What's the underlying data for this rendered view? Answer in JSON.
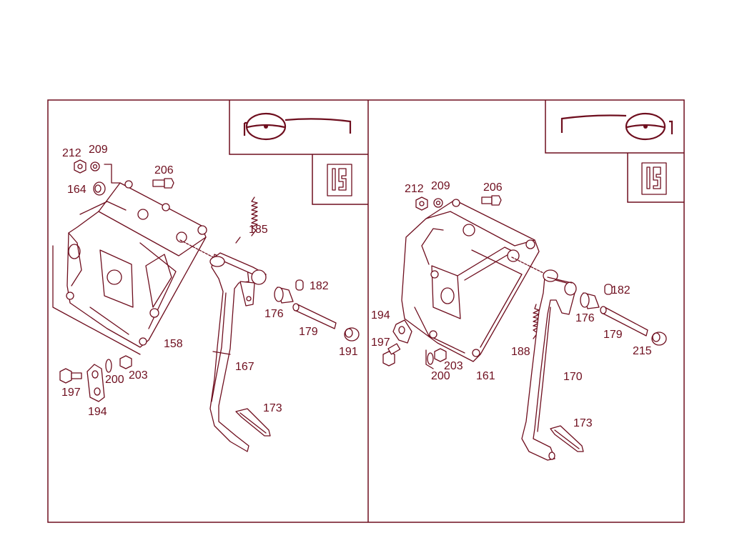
{
  "colors": {
    "line": "#6e0e1e",
    "background": "#ffffff"
  },
  "left_panel": {
    "labels": {
      "p212": "212",
      "p209": "209",
      "p206": "206",
      "p164": "164",
      "p185": "185",
      "p182": "182",
      "p176": "176",
      "p179": "179",
      "p191": "191",
      "p158": "158",
      "p167": "167",
      "p197": "197",
      "p200": "200",
      "p203": "203",
      "p194": "194",
      "p173": "173"
    }
  },
  "right_panel": {
    "labels": {
      "p212": "212",
      "p209": "209",
      "p206": "206",
      "p182": "182",
      "p194": "194",
      "p176": "176",
      "p197": "197",
      "p179": "179",
      "p188": "188",
      "p215": "215",
      "p203": "203",
      "p200": "200",
      "p161": "161",
      "p170": "170",
      "p173": "173"
    }
  },
  "icons": {
    "left_steering": "steering-wheel-left-hand-drive-icon",
    "right_steering": "steering-wheel-right-hand-drive-icon",
    "left_gearshift": "manual-gearshift-icon",
    "right_gearshift": "manual-gearshift-icon"
  }
}
